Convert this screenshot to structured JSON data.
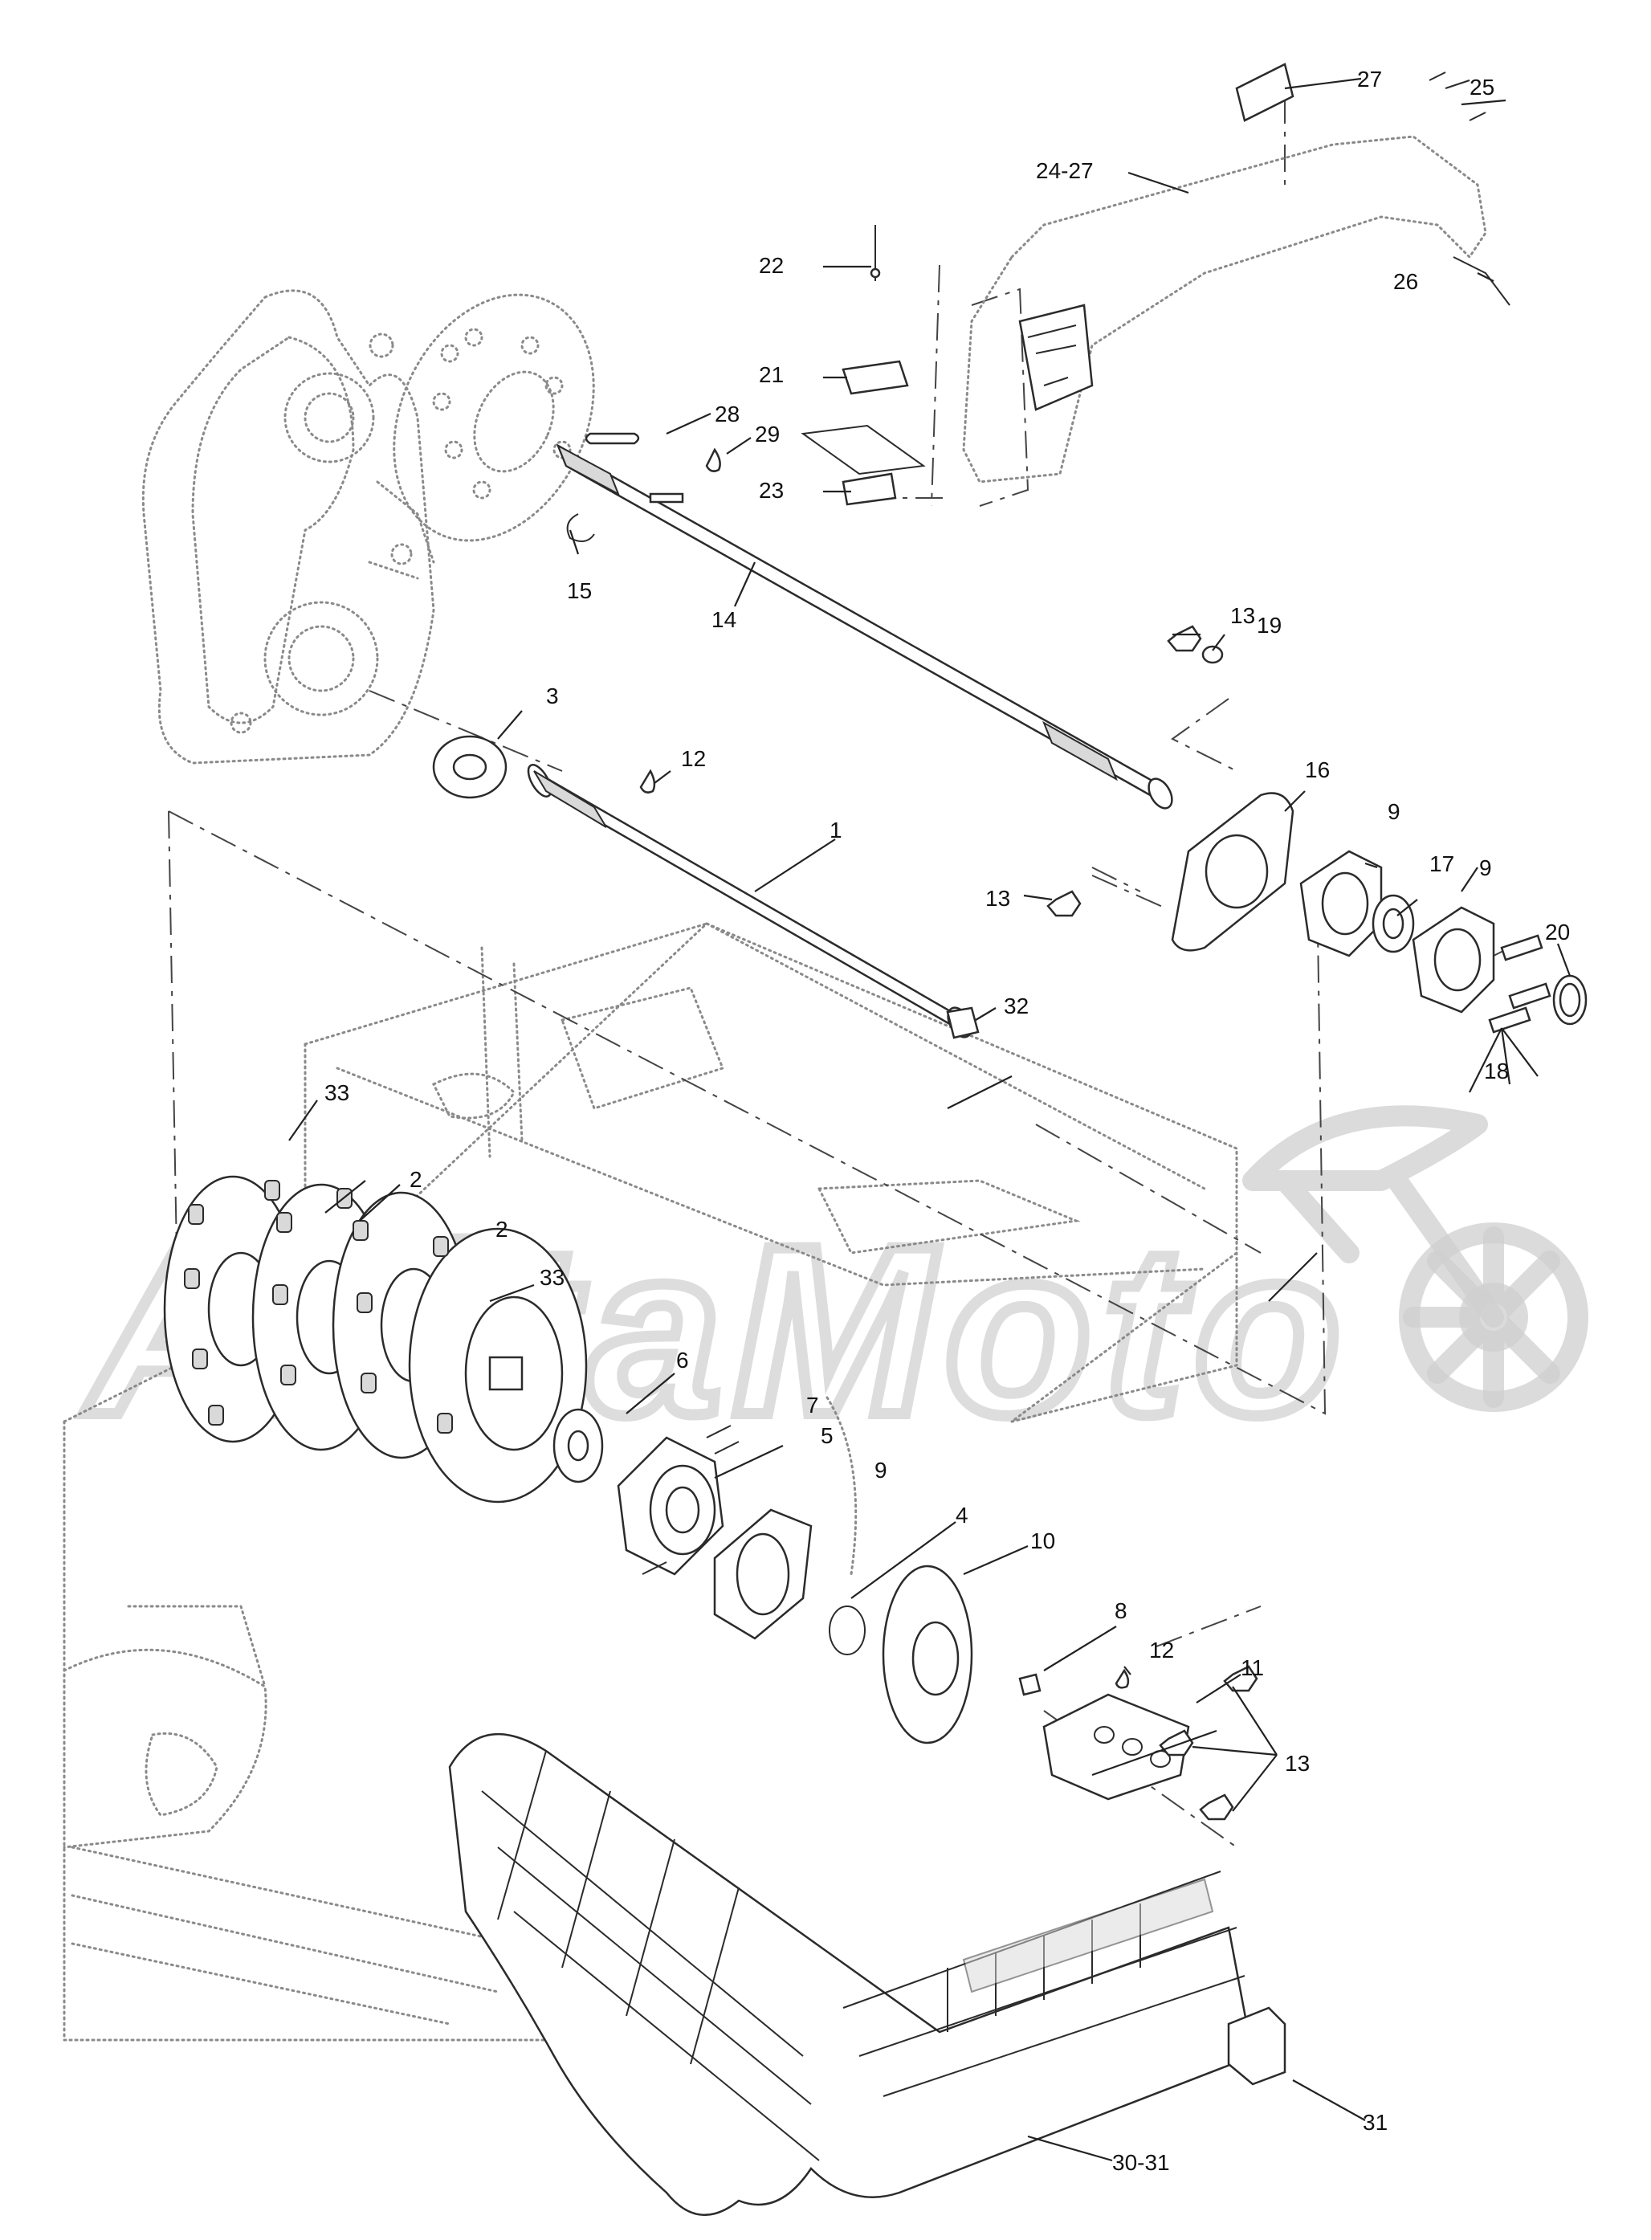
{
  "diagram": {
    "callouts": [
      {
        "id": "c1",
        "text": "1"
      },
      {
        "id": "c2a",
        "text": "2"
      },
      {
        "id": "c2b",
        "text": "2"
      },
      {
        "id": "c3",
        "text": "3"
      },
      {
        "id": "c4",
        "text": "4"
      },
      {
        "id": "c5",
        "text": "5"
      },
      {
        "id": "c6",
        "text": "6"
      },
      {
        "id": "c7",
        "text": "7"
      },
      {
        "id": "c8",
        "text": "8"
      },
      {
        "id": "c9a",
        "text": "9"
      },
      {
        "id": "c9b",
        "text": "9"
      },
      {
        "id": "c9c",
        "text": "9"
      },
      {
        "id": "c10",
        "text": "10"
      },
      {
        "id": "c11",
        "text": "11"
      },
      {
        "id": "c12a",
        "text": "12"
      },
      {
        "id": "c12b",
        "text": "12"
      },
      {
        "id": "c13a",
        "text": "13"
      },
      {
        "id": "c13b",
        "text": "13"
      },
      {
        "id": "c13c",
        "text": "13"
      },
      {
        "id": "c14",
        "text": "14"
      },
      {
        "id": "c15",
        "text": "15"
      },
      {
        "id": "c16",
        "text": "16"
      },
      {
        "id": "c17",
        "text": "17"
      },
      {
        "id": "c18",
        "text": "18"
      },
      {
        "id": "c19",
        "text": "19"
      },
      {
        "id": "c20",
        "text": "20"
      },
      {
        "id": "c21",
        "text": "21"
      },
      {
        "id": "c22",
        "text": "22"
      },
      {
        "id": "c23",
        "text": "23"
      },
      {
        "id": "c24",
        "text": "24-27"
      },
      {
        "id": "c25",
        "text": "25"
      },
      {
        "id": "c26",
        "text": "26"
      },
      {
        "id": "c27",
        "text": "27"
      },
      {
        "id": "c28",
        "text": "28"
      },
      {
        "id": "c29",
        "text": "29"
      },
      {
        "id": "c30",
        "text": "30-31"
      },
      {
        "id": "c31",
        "text": "31"
      },
      {
        "id": "c32",
        "text": "32"
      },
      {
        "id": "c33a",
        "text": "33"
      },
      {
        "id": "c33b",
        "text": "33"
      }
    ],
    "watermark": "AkitaMoto"
  }
}
